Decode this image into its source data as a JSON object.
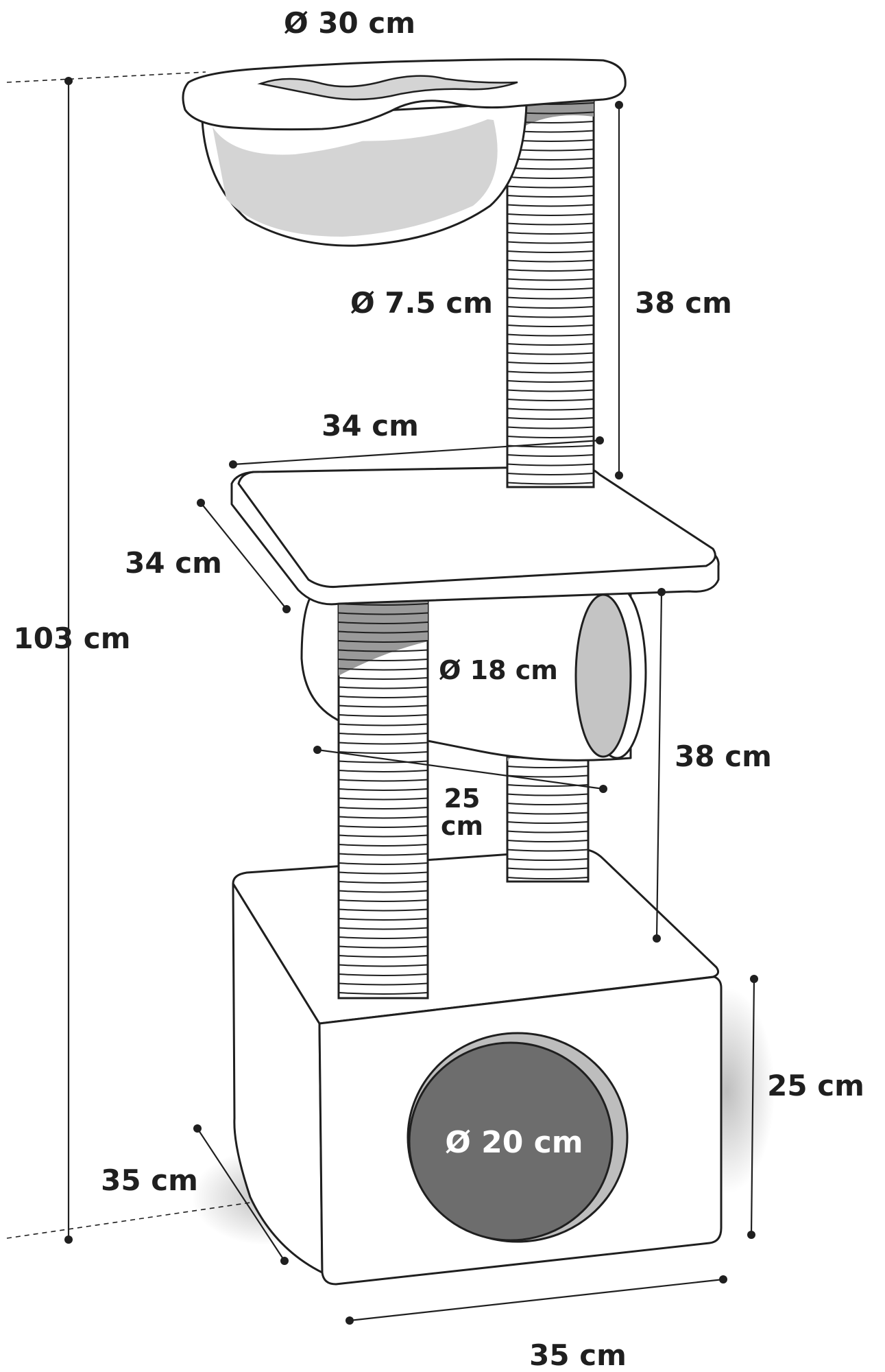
{
  "labels": {
    "bed_diameter": "Ø 30 cm",
    "post_diameter": "Ø 7.5 cm",
    "upper_post_height": "38 cm",
    "platform_width": "34 cm",
    "platform_depth": "34 cm",
    "total_height": "103 cm",
    "tunnel_diameter": "Ø 18 cm",
    "middle_height": "38 cm",
    "tunnel_length_value": "25",
    "tunnel_length_unit": "cm",
    "base_height": "25 cm",
    "base_opening_diameter": "Ø 20 cm",
    "base_depth": "35 cm",
    "base_width": "35 cm"
  },
  "colors": {
    "outline": "#1f1f1f",
    "fill": "#ffffff",
    "plush_shade": "#d4d4d4",
    "opening": "#6d6d6d",
    "opening_rim": "#bdbdbd",
    "post_shade": "#9a9a9a"
  }
}
